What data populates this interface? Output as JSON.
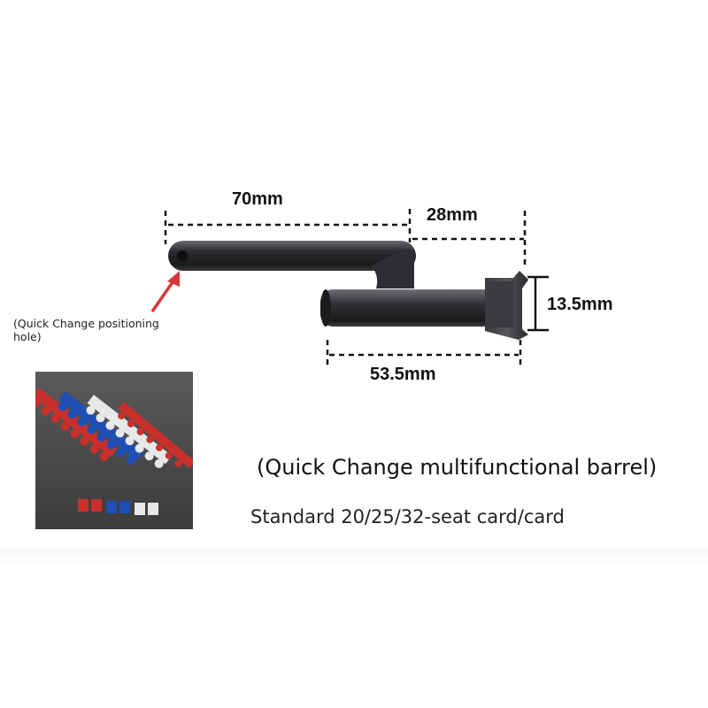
{
  "product": {
    "title": "(Quick Change multifunctional barrel)",
    "subtitle": "Standard 20/25/32-seat card/card"
  },
  "annotation": {
    "hole_note": "(Quick Change positioning hole)"
  },
  "dimensions": {
    "upper_length": "70mm",
    "head_length": "28mm",
    "head_height": "13.5mm",
    "lower_length": "53.5mm"
  },
  "colors": {
    "metal": "#2b2b2e",
    "arrow": "#d9363a",
    "clip_red": "#c9302c",
    "clip_blue": "#1f4fb5",
    "clip_white": "#e8e8e8",
    "photo_bg": "#4a4a4a"
  }
}
